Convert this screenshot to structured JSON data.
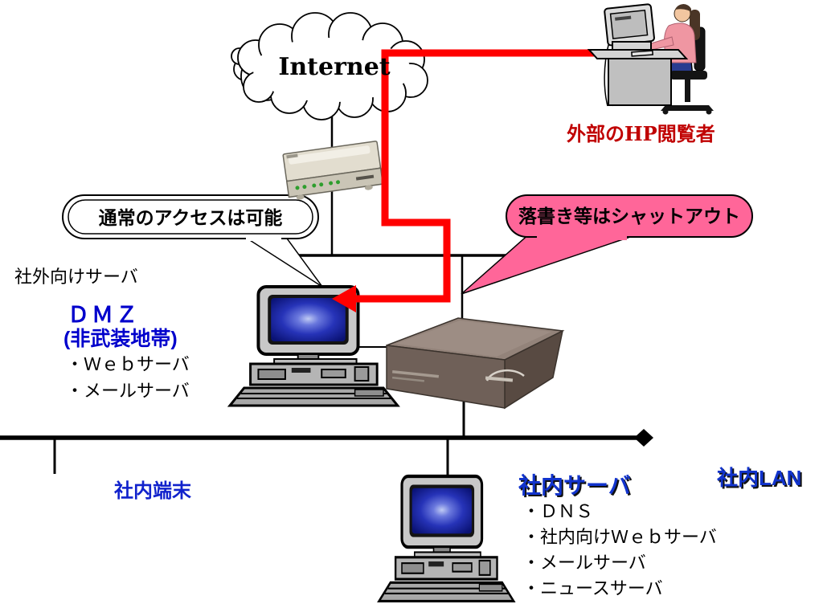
{
  "internet": {
    "label": "Internet"
  },
  "external_user": {
    "label": "外部のHP閲覧者"
  },
  "callouts": {
    "normal_access": "通常のアクセスは可能",
    "shutout": "落書き等はシャットアウト"
  },
  "dmz": {
    "heading": "社外向けサーバ",
    "title": "ＤＭＺ",
    "subtitle": "(非武装地帯)",
    "items": [
      "・Ｗｅｂサーバ",
      "・メールサーバ"
    ]
  },
  "lan": {
    "terminal_label": "社内端末",
    "server_label": "社内サーバ",
    "lan_label": "社内LAN",
    "server_items": [
      "・ＤＮＳ",
      "・社内向けＷｅｂサーバ",
      "・メールサーバ",
      "・ニュースサーバ"
    ]
  },
  "icons": {
    "internet_cloud": "cloud",
    "router": "router-device",
    "firewall": "firewall-appliance",
    "dmz_computer": "desktop-computer",
    "internal_server_computer": "desktop-computer",
    "external_user": "person-at-computer",
    "attack_arrow": "red-blocked-route-arrow",
    "lan_bus": "network-bus-line"
  },
  "colors": {
    "attack_red": "#ff0000",
    "bubble_pink": "#ff6699",
    "label_blue": "#0000cc",
    "external_label_red": "#c00000"
  }
}
